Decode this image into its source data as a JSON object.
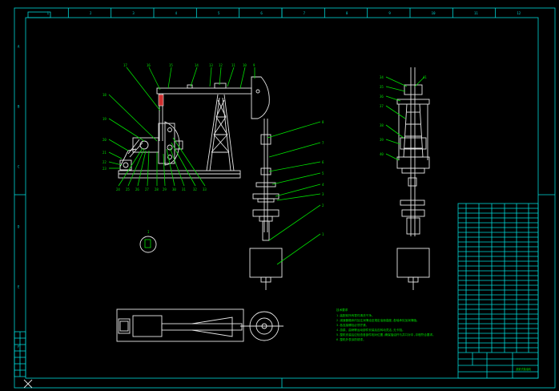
{
  "drawing": {
    "colors": {
      "background": "#000000",
      "leader": "#00e000",
      "part": "#e8e8e8",
      "frame": "#00d8d8"
    },
    "zone_numbers_top": [
      "1",
      "2",
      "3",
      "4",
      "5",
      "6",
      "7",
      "8",
      "9",
      "10",
      "11",
      "12"
    ],
    "zone_letters_left": [
      "A",
      "B",
      "C",
      "D",
      "E",
      "F"
    ],
    "callouts_front": [
      "17",
      "16",
      "15",
      "14",
      "13",
      "12",
      "11",
      "10",
      "9"
    ],
    "callouts_left": [
      "18",
      "19",
      "20",
      "21",
      "22",
      "23"
    ],
    "callouts_bottom": [
      "24",
      "25",
      "26",
      "27",
      "28",
      "29",
      "30",
      "31",
      "32",
      "33"
    ],
    "callouts_right": [
      "8",
      "7",
      "6",
      "5",
      "4",
      "3",
      "2",
      "1"
    ],
    "callouts_side": [
      "34",
      "35",
      "36",
      "37",
      "38",
      "39",
      "40",
      "41"
    ],
    "detail_label": "I",
    "notes_title": "技术要求",
    "notes": [
      "1.装配前所有零件清洗干净。",
      "2.减速器箱体内加注润滑油至规定油面高度,各轴承处加润滑脂。",
      "3.各连接螺栓必须拧紧。",
      "4.游梁、曲柄等运动部件安装后应转动灵活,无卡阻。",
      "5.整机安装后应检查各部件相对位置,确保抽油杆与井口对中,冲程符合要求。",
      "6.整机外表涂防锈漆。"
    ],
    "title_block_label": "游梁式抽油机"
  }
}
